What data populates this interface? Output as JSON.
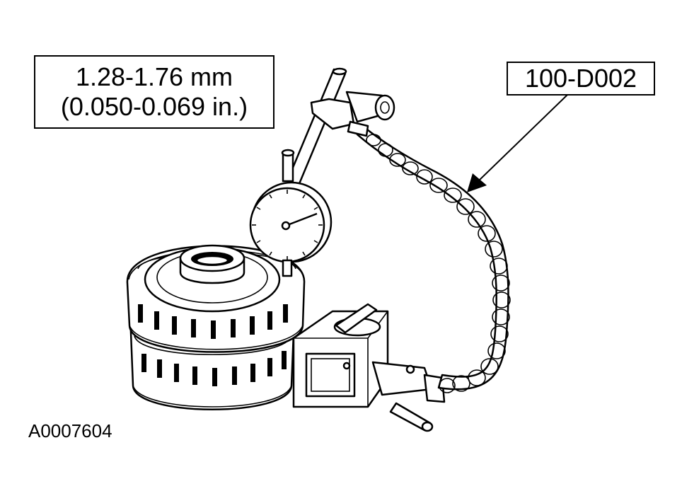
{
  "spec": {
    "line1": "1.28-1.76 mm",
    "line2": "(0.050-0.069 in.)"
  },
  "tool_number": "100-D002",
  "figure_id": "A0007604"
}
